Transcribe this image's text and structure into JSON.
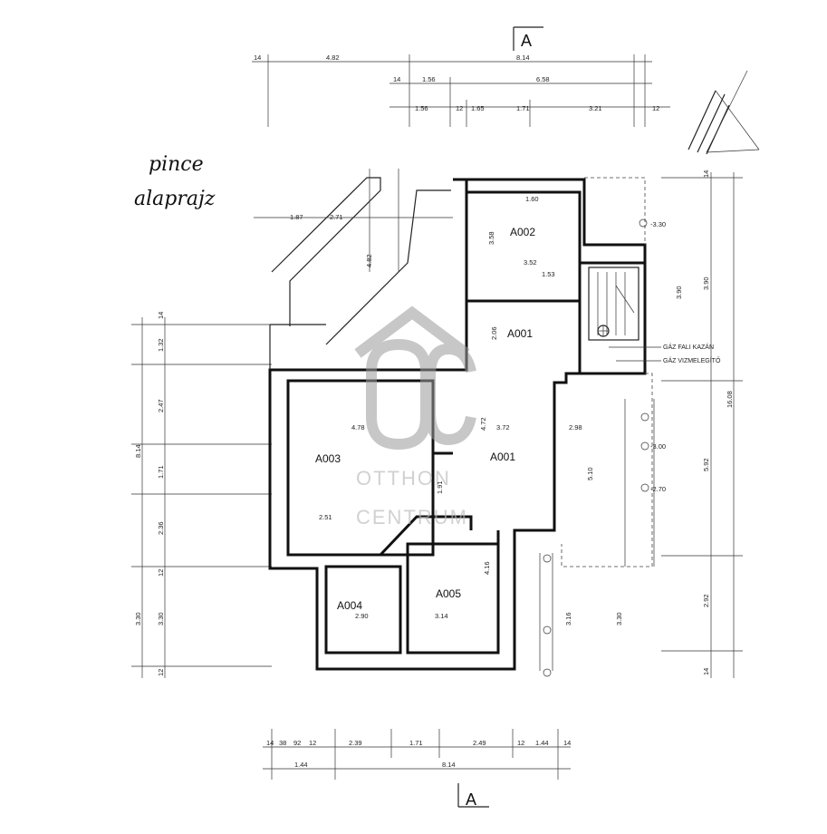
{
  "title": {
    "line1": "pince",
    "line2": "alaprajz"
  },
  "section_marker": "A",
  "rooms": [
    {
      "id": "A002"
    },
    {
      "id": "A001"
    },
    {
      "id": "A003"
    },
    {
      "id": "A001"
    },
    {
      "id": "A004"
    },
    {
      "id": "A005"
    }
  ],
  "notes": {
    "gas_boiler": "GÁZ FALI KAZÁN",
    "gas_meter": "GÁZ VIZMELEGÍTŐ"
  },
  "watermark": {
    "line1": "OTTHON",
    "line2": "CENTRUM",
    "logo": "OC"
  },
  "dimensions": {
    "top_row1": [
      "14",
      "4.82",
      "8.14"
    ],
    "top_row2": [
      "14",
      "1.56",
      "6.58"
    ],
    "top_row3": [
      "1.56",
      "12",
      "1.65",
      "1.71",
      "3.21",
      "12"
    ],
    "bottom_row1": [
      "14",
      "38",
      "92",
      "12",
      "2.39",
      "1.71",
      "2.49",
      "12",
      "1.44",
      "14"
    ],
    "bottom_row2": [
      "1.44",
      "8.14"
    ],
    "left_col": [
      "14",
      "1.32",
      "2.47",
      "8.14",
      "1.71",
      "2.36",
      "12",
      "3.30",
      "3.30",
      "12"
    ],
    "right_col": [
      "14",
      "3.90",
      "16.08",
      "5.92",
      "2.92",
      "14"
    ],
    "interior": [
      "3.58",
      "3.52",
      "1.53",
      "2.06",
      "4.72",
      "4.78",
      "3.72",
      "2.98",
      "2.51",
      "3.14",
      "2.90",
      "4.16",
      "1.91",
      "1.87",
      "2.71",
      "4.82",
      "5.10",
      "3.90",
      "3.16",
      "3.30",
      "1.60",
      "-3.30",
      "-3.00",
      "-2.70"
    ]
  }
}
